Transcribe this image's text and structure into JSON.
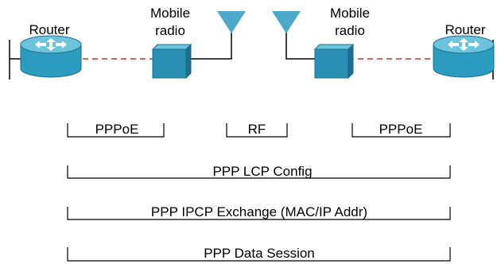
{
  "devices": {
    "router_left": "Router",
    "router_right": "Router",
    "radio_left_line1": "Mobile",
    "radio_left_line2": "radio",
    "radio_right_line1": "Mobile",
    "radio_right_line2": "radio"
  },
  "segments": {
    "pppoe_left": "PPPoE",
    "rf": "RF",
    "pppoe_right": "PPPoE"
  },
  "sessions": {
    "lcp": "PPP LCP Config",
    "ipcp": "PPP IPCP Exchange (MAC/IP Addr)",
    "data": "PPP Data Session"
  },
  "colors": {
    "router_body": "#2b9bbf",
    "router_top": "#6cc3dc",
    "radio_front": "#2a8fb3",
    "radio_side": "#1b6e8c",
    "radio_top": "#6cc3dc",
    "antenna": "#4da9c9",
    "link_dashed": "#c0392b"
  }
}
